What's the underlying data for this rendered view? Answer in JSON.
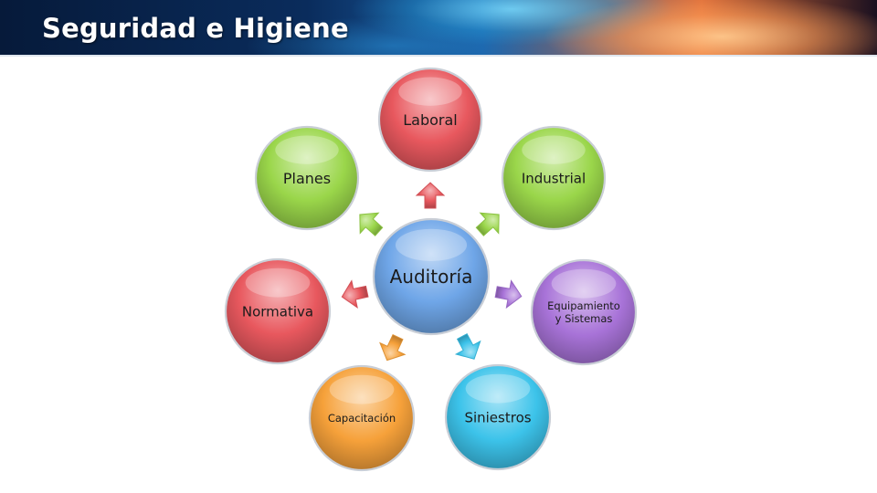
{
  "slide": {
    "title": "Seguridad e Higiene"
  },
  "diagram": {
    "center": {
      "label": "Auditoría",
      "color": "#6fa6e8"
    },
    "nodes": [
      {
        "id": "laboral",
        "label_lines": [
          "Laboral"
        ],
        "color": "#e8585e"
      },
      {
        "id": "industrial",
        "label_lines": [
          "Industrial"
        ],
        "color": "#9ad64a"
      },
      {
        "id": "equipamiento",
        "label_lines": [
          "Equipamiento",
          "y Sistemas"
        ],
        "color": "#a873d8"
      },
      {
        "id": "siniestros",
        "label_lines": [
          "Siniestros"
        ],
        "color": "#3cc3ea"
      },
      {
        "id": "capacitacion",
        "label_lines": [
          "Capacitación"
        ],
        "color": "#f6a13a"
      },
      {
        "id": "normativa",
        "label_lines": [
          "Normativa"
        ],
        "color": "#e8585e"
      },
      {
        "id": "planes",
        "label_lines": [
          "Planes"
        ],
        "color": "#9ad64a"
      }
    ]
  }
}
